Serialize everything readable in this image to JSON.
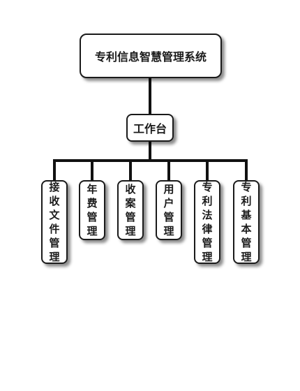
{
  "diagram": {
    "root": {
      "label": "专利信息智慧管理系统"
    },
    "hub": {
      "label": "工作台"
    },
    "modules": [
      {
        "label": "接收文件管理"
      },
      {
        "label": "年费管理"
      },
      {
        "label": "收案管理"
      },
      {
        "label": "用户管理"
      },
      {
        "label": "专利法律管理"
      },
      {
        "label": "专利基本管理"
      }
    ]
  }
}
